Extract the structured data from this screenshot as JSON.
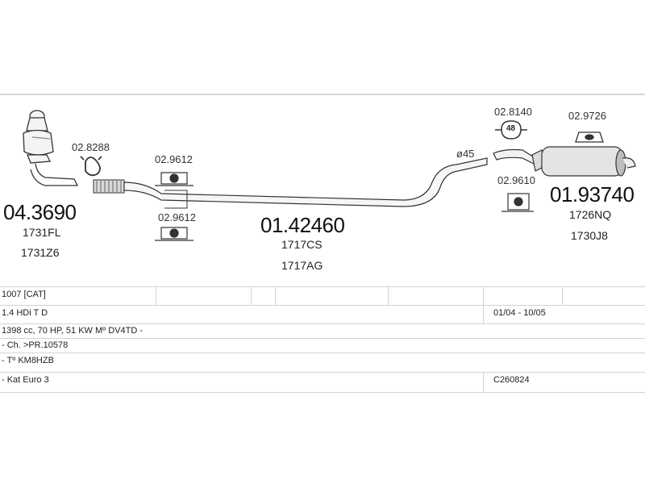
{
  "parts": {
    "cat_converter": {
      "ref": "04.3690",
      "codes": [
        "1731FL",
        "1731Z6"
      ]
    },
    "clamp_left": {
      "ref": "02.8288"
    },
    "mount_upper": {
      "ref": "02.9612"
    },
    "mount_lower": {
      "ref": "02.9612"
    },
    "middle_pipe": {
      "ref": "01.42460",
      "codes": [
        "1717CS",
        "1717AG"
      ]
    },
    "diameter": {
      "label": "ø45"
    },
    "rubber_48": {
      "ref": "02.8140",
      "badge": "48"
    },
    "mount_right": {
      "ref": "02.9610"
    },
    "hanger_right": {
      "ref": "02.9726"
    },
    "rear_silencer": {
      "ref": "01.93740",
      "codes": [
        "1726NQ",
        "1730J8"
      ]
    }
  },
  "table": {
    "rows": [
      {
        "left": "1007  [CAT]",
        "right": ""
      },
      {
        "left": "1.4 HDi T D",
        "right": "01/04 - 10/05"
      },
      {
        "left": "1398 cc, 70 HP, 51 KW  Mº DV4TD -",
        "right": ""
      },
      {
        "left": "- Ch. >PR.10578",
        "right": ""
      },
      {
        "left": "- Tº KM8HZB",
        "right": ""
      },
      {
        "left": "- Kat Euro 3",
        "right": "C260824"
      }
    ]
  }
}
